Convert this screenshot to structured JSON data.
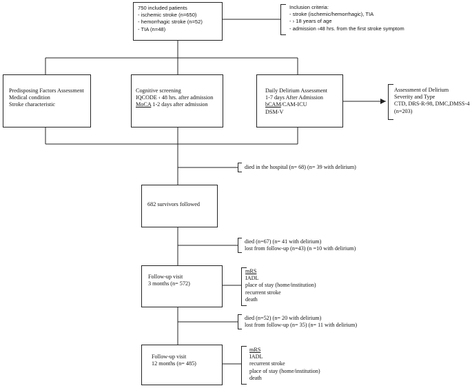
{
  "top_box": {
    "title": "750 included patients",
    "items": [
      "- ischemic stroke (n=650)",
      "- hemorrhagic stroke (n=52)",
      "- TIA (n=48)"
    ]
  },
  "inclusion": {
    "title": "Inclusion criteria:",
    "items": [
      "- stroke (ischemic/hemorrhagic), TIA",
      "- › 18 years of age",
      "- admission ‹48 hrs. from the first stroke symptom"
    ]
  },
  "predisposing": {
    "lines": [
      "Predisposing Factors Assessment",
      "Medical condition",
      "Stroke characteristic"
    ]
  },
  "cognitive": {
    "line1": "Cognitive screening",
    "line2": "IQCODE ‹ 48 hrs. after admission",
    "line3_a": "MoCA",
    "line3_b": " 1-2 days after admission"
  },
  "delirium": {
    "line1": "Daily Delirium Assessment",
    "line2": "1-7 days After Admission",
    "line3_a": "bCAM",
    "line3_b": "/CAM-ICU",
    "line4": "DSM-V"
  },
  "severity": {
    "lines": [
      "Assessment of Delirium",
      "Severity and Type",
      "CTD, DRS-R-98, DMC,DMSS-4",
      " (n=203)"
    ]
  },
  "died_hospital": "died in the hospital (n= 68) (n= 39 with delirium)",
  "survivors": "682 survivors followed",
  "loss1": [
    "died (n=67) (n= 41 with delirium)",
    "lost from follow-up (n=43) (n =10 with delirium)"
  ],
  "fu3": {
    "line1": "Follow-up visit",
    "line2": "3 months (n= 572)"
  },
  "fu3_outcomes": [
    "mRS",
    "IADL",
    "place of stay (home/institution)",
    "recurrent stroke",
    "death"
  ],
  "loss2": [
    "died (n=52) (n= 20 with delirium)",
    "lost from follow-up (n= 35) (n= 11  with delirium)"
  ],
  "fu12": {
    "line1": "Follow-up visit",
    "line2": "12 months (n= 485)"
  },
  "fu12_outcomes": [
    "mRS",
    "IADL",
    "recurrent stroke",
    "place of stay (home/institution)",
    "death"
  ]
}
